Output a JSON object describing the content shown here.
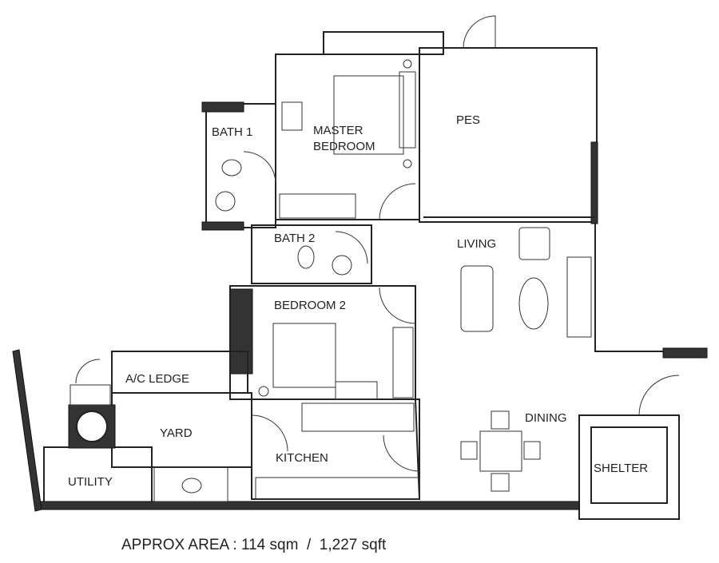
{
  "rooms": {
    "bath1": "BATH 1",
    "master_line1": "MASTER",
    "master_line2": "BEDROOM",
    "pes": "PES",
    "bath2": "BATH 2",
    "living": "LIVING",
    "bedroom2": "BEDROOM 2",
    "ac_ledge": "A/C LEDGE",
    "yard": "YARD",
    "dining": "DINING",
    "kitchen": "KITCHEN",
    "shelter": "SHELTER",
    "utility": "UTILITY"
  },
  "footer": {
    "area_text": "APPROX AREA : 114 sqm  /  1,227 sqft"
  }
}
